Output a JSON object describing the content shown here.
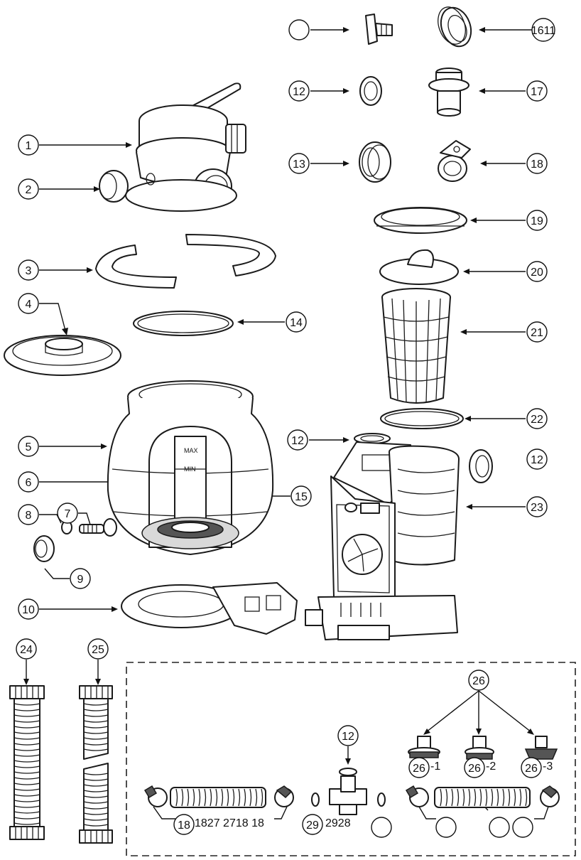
{
  "callouts": [
    {
      "id": "c-blank-top",
      "text": ""
    },
    {
      "id": "c-1611",
      "text": "1611"
    },
    {
      "id": "c-12a",
      "text": "12"
    },
    {
      "id": "c-17",
      "text": "17"
    },
    {
      "id": "c-1",
      "text": "1"
    },
    {
      "id": "c-13",
      "text": "13"
    },
    {
      "id": "c-18a",
      "text": "18"
    },
    {
      "id": "c-2",
      "text": "2"
    },
    {
      "id": "c-19",
      "text": "19"
    },
    {
      "id": "c-3",
      "text": "3"
    },
    {
      "id": "c-20",
      "text": "20"
    },
    {
      "id": "c-4",
      "text": "4"
    },
    {
      "id": "c-14",
      "text": "14"
    },
    {
      "id": "c-21",
      "text": "21"
    },
    {
      "id": "c-22",
      "text": "22"
    },
    {
      "id": "c-12b",
      "text": "12"
    },
    {
      "id": "c-12c",
      "text": "12"
    },
    {
      "id": "c-5",
      "text": "5"
    },
    {
      "id": "c-6",
      "text": "6"
    },
    {
      "id": "c-15",
      "text": "15"
    },
    {
      "id": "c-23",
      "text": "23"
    },
    {
      "id": "c-7",
      "text": "7"
    },
    {
      "id": "c-8",
      "text": "8"
    },
    {
      "id": "c-9",
      "text": "9"
    },
    {
      "id": "c-10",
      "text": "10"
    },
    {
      "id": "c-24",
      "text": "24"
    },
    {
      "id": "c-25",
      "text": "25"
    },
    {
      "id": "c-26",
      "text": "26"
    },
    {
      "id": "c-12d",
      "text": "12"
    },
    {
      "id": "c-26-1",
      "text": "26"
    },
    {
      "id": "c-26-2",
      "text": "26"
    },
    {
      "id": "c-26-3",
      "text": "26"
    },
    {
      "id": "c-18b",
      "text": "18"
    },
    {
      "id": "c-29",
      "text": "29"
    },
    {
      "id": "c-blank-b1",
      "text": ""
    },
    {
      "id": "c-blank-b2",
      "text": ""
    },
    {
      "id": "c-blank-b3",
      "text": ""
    },
    {
      "id": "c-blank-b4",
      "text": ""
    }
  ],
  "suffixes": {
    "s26_1": "-1",
    "s26_2": "-2",
    "s26_3": "-3"
  },
  "inline_labels": {
    "row_left_1": "1827 2718 18",
    "row_left_2": "2928"
  },
  "markings": {
    "max": "MAX",
    "min": "MIN"
  }
}
